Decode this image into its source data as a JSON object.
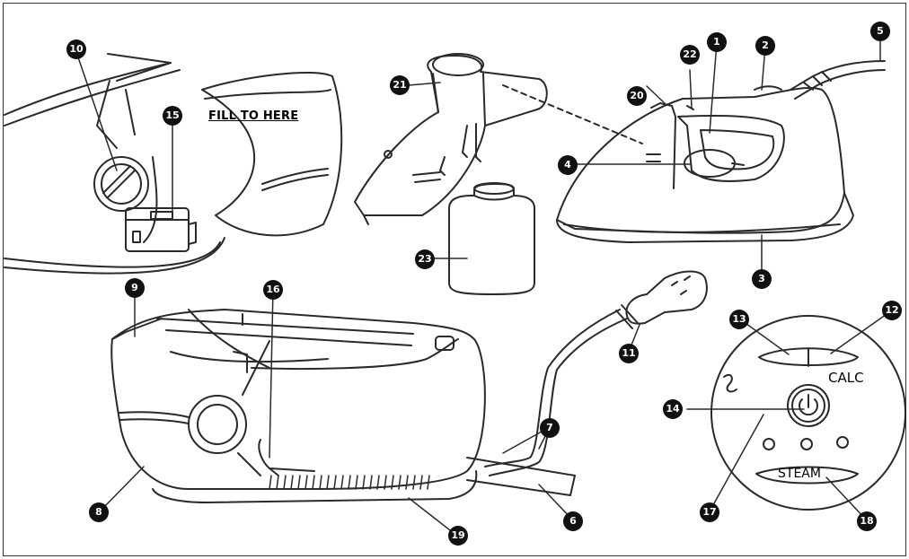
{
  "labels": {
    "fill_to_here": "FILL TO HERE",
    "calc": "CALC",
    "steam": "STEAM"
  },
  "callouts": {
    "n1": "1",
    "n2": "2",
    "n3": "3",
    "n4": "4",
    "n5": "5",
    "n6": "6",
    "n7": "7",
    "n8": "8",
    "n9": "9",
    "n10": "10",
    "n11": "11",
    "n12": "12",
    "n13": "13",
    "n14": "14",
    "n15": "15",
    "n16": "16",
    "n17": "17",
    "n18": "18",
    "n19": "19",
    "n20": "20",
    "n21": "21",
    "n22": "22",
    "n23": "23"
  },
  "colors": {
    "line": "#2a2a2a",
    "callout_fill": "#111111",
    "callout_text": "#ffffff"
  }
}
